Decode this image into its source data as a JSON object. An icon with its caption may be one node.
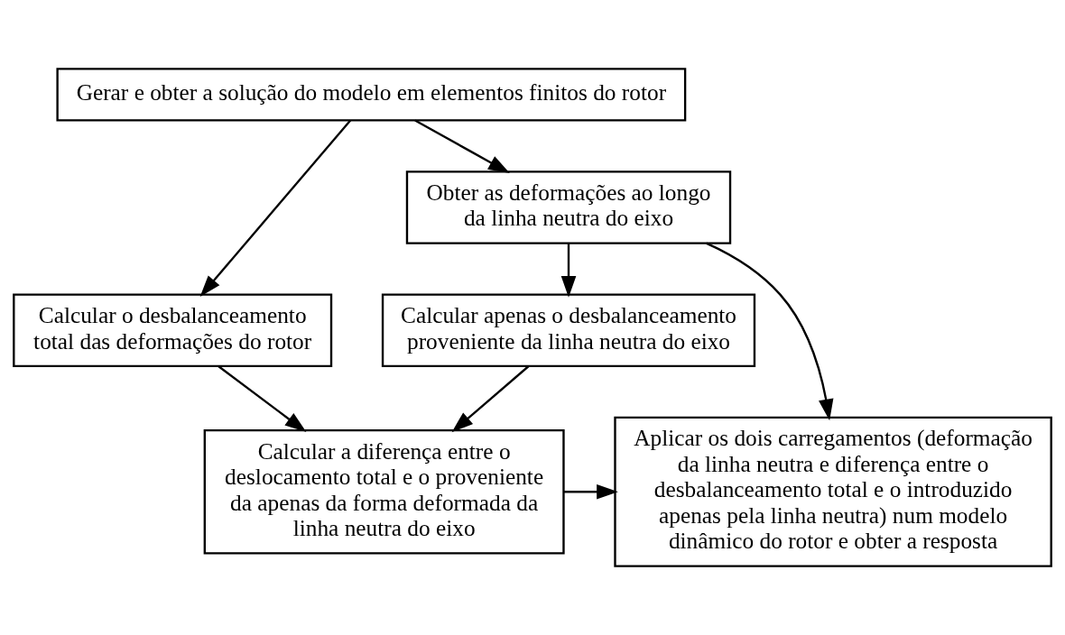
{
  "diagram": {
    "nodes": [
      {
        "text": [
          "Gerar e obter a solução do modelo em elementos finitos do rotor"
        ]
      },
      {
        "text": [
          "Calcular o desbalanceamento total das deformações do rotor"
        ]
      },
      {
        "text": [
          "Obter as deformações ao longo da linha neutra do eixo"
        ]
      },
      {
        "text": [
          "Calcular apenas o desbalanceamento proveniente da linha neutra do eixo"
        ]
      },
      {
        "text": [
          "Calcular a diferença entre o deslocamento total e o proveniente da apenas da forma deformada da linha neutra do eixo"
        ]
      },
      {
        "text": [
          "Aplicar os dois carregamentos (deformação da linha neutra e diferença entre o desbalanceamento total e o introduzido apenas pela linha neutra) num modelo dinâmico do rotor e obter a resposta"
        ]
      }
    ],
    "edges": [
      {
        "from": 0,
        "to": 1,
        "arrow": "to"
      },
      {
        "from": 0,
        "to": 2,
        "arrow": "to"
      },
      {
        "from": 2,
        "to": 3,
        "arrow": "to"
      },
      {
        "from": 2,
        "to": 5,
        "arrow": "to"
      },
      {
        "from": 1,
        "to": 4,
        "arrow": "to"
      },
      {
        "from": 3,
        "to": 4,
        "arrow": "to"
      },
      {
        "from": 4,
        "to": 5,
        "arrow": "to"
      }
    ]
  }
}
